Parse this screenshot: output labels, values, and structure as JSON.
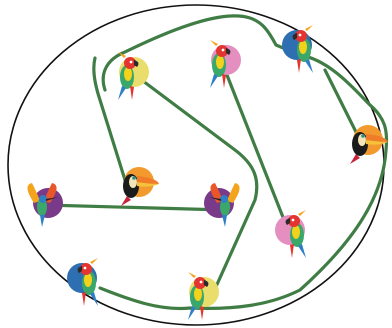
{
  "colors": {
    "boundary": "#111111",
    "path": "#3f7d45"
  },
  "birds": [
    {
      "species": "parrot",
      "badge": "#e9dd6b",
      "facing": "right"
    },
    {
      "species": "parrot",
      "badge": "#e48fc0",
      "facing": "right"
    },
    {
      "species": "parrot",
      "badge": "#2d6fb0",
      "facing": "left"
    },
    {
      "species": "toucan",
      "badge": "#f29a2e",
      "facing": "right"
    },
    {
      "species": "toucan",
      "badge": "#f29a2e",
      "facing": "right"
    },
    {
      "species": "hummingbird",
      "badge": "#7a3a8a",
      "facing": "right"
    },
    {
      "species": "hummingbird",
      "badge": "#7a3a8a",
      "facing": "left"
    },
    {
      "species": "parrot",
      "badge": "#e48fc0",
      "facing": "left"
    },
    {
      "species": "parrot",
      "badge": "#2d6fb0",
      "facing": "left"
    },
    {
      "species": "parrot",
      "badge": "#e9dd6b",
      "facing": "right"
    }
  ]
}
